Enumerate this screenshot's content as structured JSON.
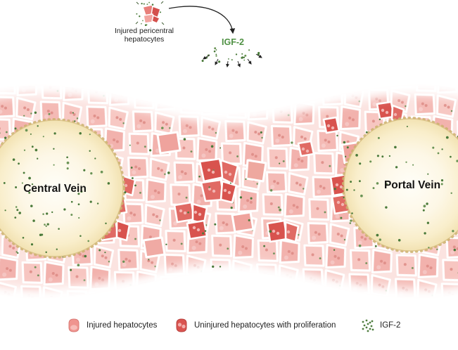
{
  "figure": {
    "top": {
      "cluster_label_line1": "Injured pericentral",
      "cluster_label_line2": "hepatocytes",
      "igf2_label": "IGF-2"
    },
    "veins": {
      "central": "Central Vein",
      "portal": "Portal Vein"
    },
    "legend": [
      {
        "label": "Injured hepatocytes"
      },
      {
        "label": "Uninjured hepatocytes with proliferation"
      },
      {
        "label": "IGF-2"
      }
    ],
    "colors": {
      "injured_pink": "#ef948f",
      "proliferating_red": "#da5450",
      "igf2_green": "#4e7d3e",
      "igf2_text_green": "#4f9143",
      "tissue_pink": "#f4bab5",
      "vein_cream": "#f8ecc9"
    }
  }
}
